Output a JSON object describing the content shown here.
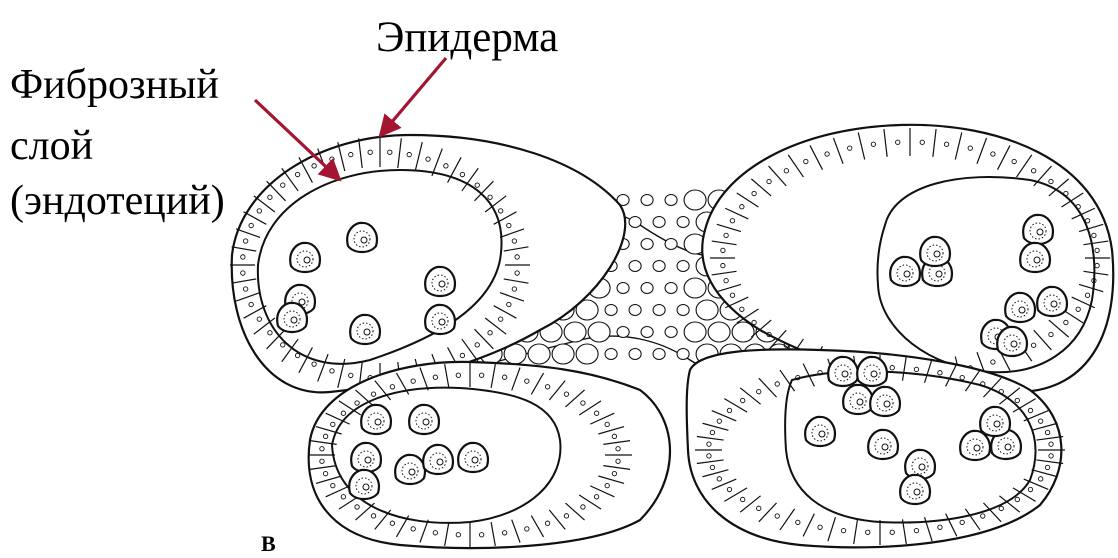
{
  "labels": {
    "epidermis": "Эпидерма",
    "fibrous_line1": "Фиброзный",
    "fibrous_line2": "слой",
    "fibrous_line3": "(эндотеций)",
    "panel_letter": "В"
  },
  "colors": {
    "arrow": "#a31530",
    "ink": "#111111",
    "background": "#ffffff"
  }
}
